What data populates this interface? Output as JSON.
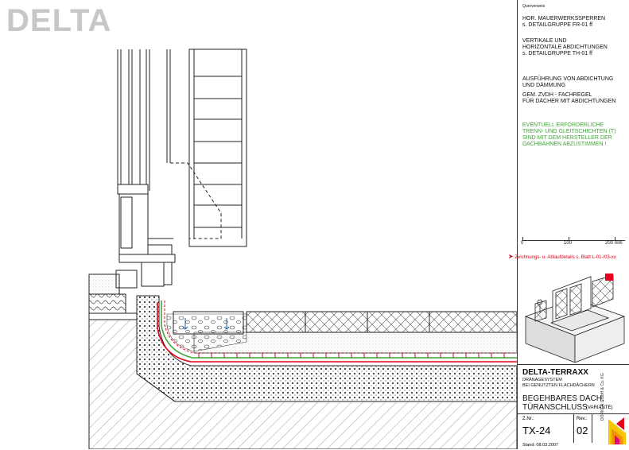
{
  "logo_text": "DELTA",
  "notes": {
    "heading": "Querverweis",
    "ref1_line1": "HOR. MAUERWERKSSPERREN",
    "ref1_line2": "s. DETAILGRUPPE FR-01 ff",
    "ref2_line1": "VERTIKALE UND",
    "ref2_line2": "HORIZONTALE ABDICHTUNGEN",
    "ref2_line3": "s. DETAILGRUPPE TH-01 ff",
    "ref3_line1": "AUSFÜHRUNG VON ABDICHTUNG",
    "ref3_line2": "UND DÄMMUNG",
    "ref3_line3": "GEM. ZVDH - FACHREGEL",
    "ref3_line4": "FÜR DÄCHER MIT ABDICHTUNGEN",
    "green_line1": "EVENTUELL ERFORDERLICHE",
    "green_line2": "TRENN- UND GLEITSCHICHTEN (T)",
    "green_line3": "SIND MIT DEM HERSTELLER DER",
    "green_line4": "DACHBAHNEN ABZUSTIMMEN !",
    "green_color": "#3fa535"
  },
  "scale": {
    "label_0": "0",
    "label_100": "100",
    "label_200": "200 mm"
  },
  "viewpoint_note": "Zeichnungs- u. Ablaufdetails s. Blatt L-01-/03-xx",
  "accent_red": "#e2001a",
  "titleblock": {
    "product": "DELTA-TERRAXX",
    "product_sub1": "DRÄNAGESYSTEM",
    "product_sub2": "BEI GENUTZTEN FLACHDÄCHERN",
    "title_line1": "BEGEHBARES DACH:",
    "title_line2": "TÜRANSCHLUSS",
    "variant": "(VARIANTE)",
    "nr_label": "Z.Nr.:",
    "nr_value": "TX-24",
    "rev_label": "Rev.:",
    "rev_value": "02",
    "date": "Stand: 08.03.2007",
    "vertical_code": "DÖRKEN GmbH & Co. KG"
  },
  "logo_colors": {
    "yellow": "#f7c600",
    "red": "#e2001a",
    "pink": "#e5007d",
    "orange": "#f39200"
  }
}
